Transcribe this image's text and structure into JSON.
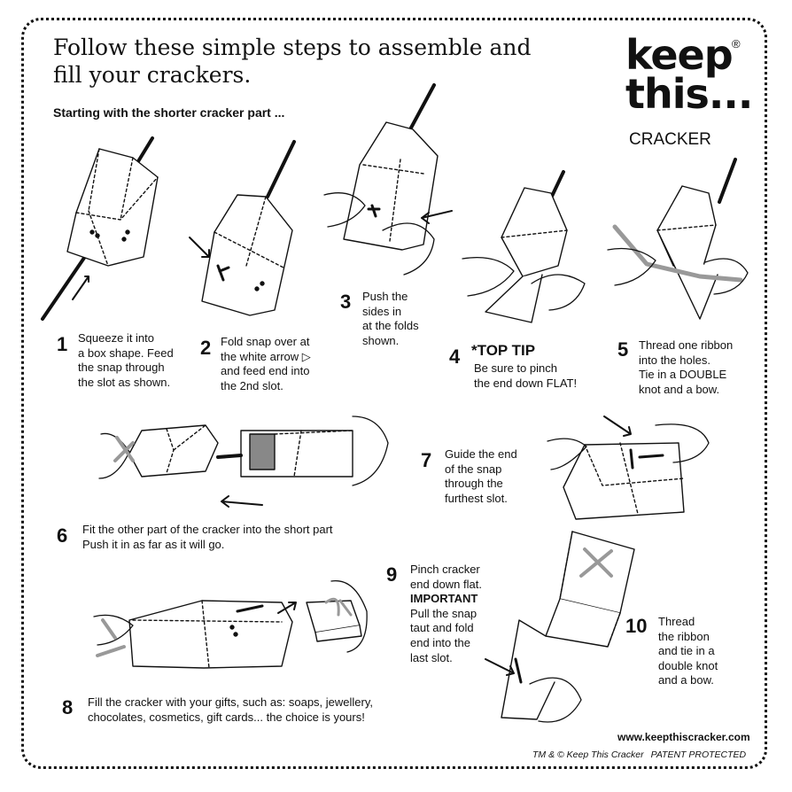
{
  "header": {
    "title_line1": "Follow these simple steps to assemble and",
    "title_line2": "fill your crackers.",
    "subtitle": "Starting with the shorter cracker part ..."
  },
  "logo": {
    "line1": "keep",
    "line2": "this...",
    "reg_mark": "®",
    "product": "CRACKER"
  },
  "steps": [
    {
      "number": "1",
      "lines": [
        "Squeeze it into",
        "a box shape. Feed",
        "the snap through",
        "the slot as shown."
      ]
    },
    {
      "number": "2",
      "lines": [
        "Fold snap over at",
        "the white arrow ▷",
        "and feed end into",
        "the 2nd slot."
      ]
    },
    {
      "number": "3",
      "lines": [
        "Push the",
        "sides in",
        "at the folds",
        "shown."
      ]
    },
    {
      "number": "4",
      "tip_title": "*TOP TIP",
      "lines": [
        "Be sure to pinch",
        "the end down FLAT!"
      ]
    },
    {
      "number": "5",
      "lines": [
        "Thread one ribbon",
        "into the holes.",
        "Tie in a DOUBLE",
        "knot and a bow."
      ]
    },
    {
      "number": "6",
      "lines": [
        "Fit the other part of the cracker into the short part",
        "Push it in as far as it will go."
      ]
    },
    {
      "number": "7",
      "lines": [
        "Guide the end",
        "of the snap",
        "through the",
        "furthest slot."
      ]
    },
    {
      "number": "8",
      "lines": [
        "Fill the cracker with your gifts, such as: soaps, jewellery,",
        "chocolates, cosmetics, gift cards... the choice is yours!"
      ]
    },
    {
      "number": "9",
      "lines": [
        "Pinch cracker",
        "end down flat.",
        "IMPORTANT",
        "Pull the snap",
        "taut and fold",
        "end into the",
        "last slot."
      ]
    },
    {
      "number": "10",
      "lines": [
        "Thread",
        "the ribbon",
        "and tie in a",
        "double knot",
        "and a bow."
      ]
    }
  ],
  "footer": {
    "url": "www.keepthiscracker.com",
    "trademark": "TM & ©  Keep This Cracker",
    "patent": "PATENT PROTECTED"
  }
}
